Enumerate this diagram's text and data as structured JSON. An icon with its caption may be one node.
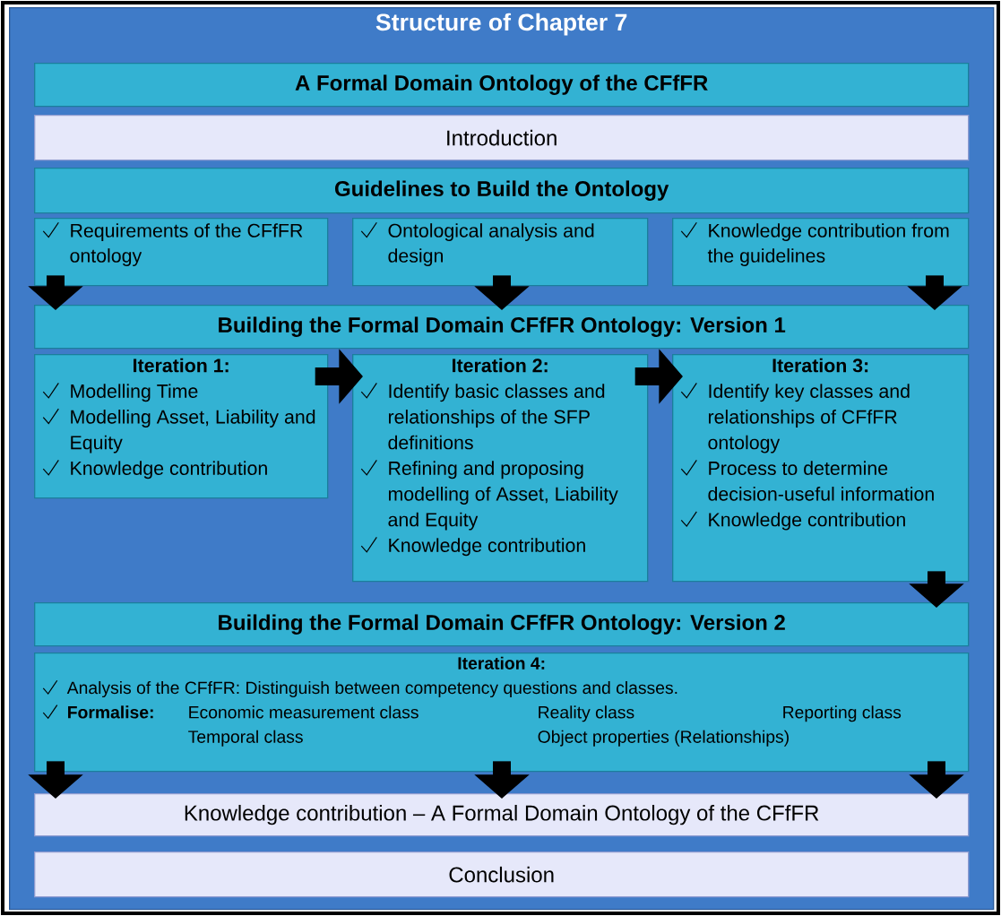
{
  "diagram": {
    "nodes": [
      {
        "text": [
          "Structure of Chapter 7"
        ]
      },
      {
        "text": [
          "A Formal Domain Ontology of the CFfFR"
        ],
        "in": 0
      },
      {
        "text": [
          "Introduction"
        ],
        "in": 0
      },
      {
        "text": [
          "Guidelines to Build the Ontology"
        ],
        "in": 0
      },
      {
        "text": [
          "Requirements of the CFfFR ontology"
        ],
        "in": 0
      },
      {
        "text": [
          "Ontological analysis and design"
        ],
        "in": 0
      },
      {
        "text": [
          "Knowledge contribution from the guidelines"
        ],
        "in": 0
      },
      {
        "text": [
          "Building the Formal Domain CFfFR Ontology: Version 1"
        ],
        "in": 0
      },
      {
        "text": [
          "Iteration 1:",
          "Modelling Time",
          "Modelling Asset, Liability and Equity",
          "Knowledge contribution"
        ],
        "in": 0
      },
      {
        "text": [
          "Iteration 2:",
          "Identify basic classes and relationships of the SFP definitions",
          "Refining and proposing modelling of Asset, Liability and Equity",
          "Knowledge contribution"
        ],
        "in": 0
      },
      {
        "text": [
          "Iteration 3:",
          "Identify key classes and relationships of CFfFR ontology",
          "Process to determine decision-useful information",
          "Knowledge contribution"
        ],
        "in": 0
      },
      {
        "text": [
          "Building the Formal Domain CFfFR Ontology: Version 2"
        ],
        "in": 0
      },
      {
        "text": [
          "Iteration 4:",
          "Analysis of the CFfFR: Distinguish between competency questions and classes.",
          "Formalise:",
          "Economic measurement class",
          "Reality class",
          "Reporting class",
          "Temporal class",
          "Object properties (Relationships)"
        ],
        "in": 0
      },
      {
        "text": [
          "Knowledge contribution – A Formal Domain Ontology of the CFfFR"
        ],
        "in": 0
      },
      {
        "text": [
          "Conclusion"
        ],
        "in": 0
      }
    ],
    "edges": [
      {
        "from": 4,
        "to": 7,
        "arrow": "to"
      },
      {
        "from": 5,
        "to": 7,
        "arrow": "to"
      },
      {
        "from": 6,
        "to": 7,
        "arrow": "to"
      },
      {
        "from": 8,
        "to": 9,
        "arrow": "to"
      },
      {
        "from": 9,
        "to": 10,
        "arrow": "to"
      },
      {
        "from": 10,
        "to": 11,
        "arrow": "to"
      },
      {
        "from": 12,
        "to": 13,
        "arrow": "to"
      },
      {
        "from": 12,
        "to": 13,
        "arrow": "to"
      },
      {
        "from": 12,
        "to": 13,
        "arrow": "to"
      }
    ]
  }
}
